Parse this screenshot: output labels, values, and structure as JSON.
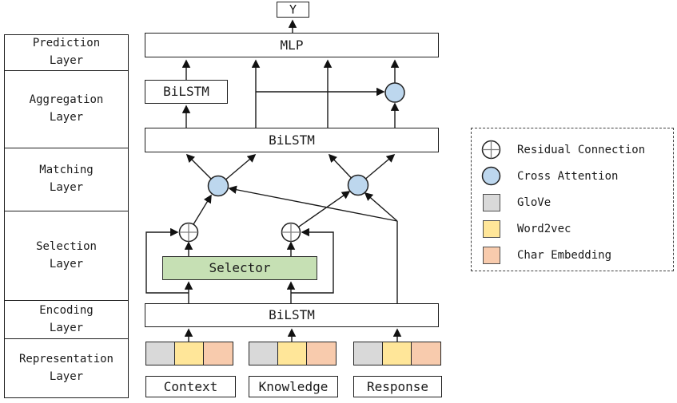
{
  "layers_panel": {
    "items": [
      {
        "label": "Prediction\nLayer"
      },
      {
        "label": "Aggregation\nLayer"
      },
      {
        "label": "Matching\nLayer"
      },
      {
        "label": "Selection\nLayer"
      },
      {
        "label": "Encoding\nLayer"
      },
      {
        "label": "Representation\nLayer"
      }
    ]
  },
  "diagram": {
    "output_label": "Y",
    "mlp_label": "MLP",
    "aggregation_bilstm_label": "BiLSTM",
    "matching_bilstm_label": "BiLSTM",
    "selector_label": "Selector",
    "encoding_bilstm_label": "BiLSTM",
    "inputs": [
      {
        "label": "Context"
      },
      {
        "label": "Knowledge"
      },
      {
        "label": "Response"
      }
    ]
  },
  "legend": {
    "items": [
      {
        "icon": "residual-connection-icon",
        "label": "Residual Connection"
      },
      {
        "icon": "cross-attention-icon",
        "label": "Cross Attention"
      },
      {
        "icon": "glove-swatch-icon",
        "label": "GloVe"
      },
      {
        "icon": "word2vec-swatch-icon",
        "label": "Word2vec"
      },
      {
        "icon": "char-embedding-swatch-icon",
        "label": "Char Embedding"
      }
    ]
  },
  "colors": {
    "cross_attention_fill": "#bdd7ee",
    "residual_fill": "#ffffff",
    "glove_fill": "#d9d9d9",
    "word2vec_fill": "#ffe699",
    "char_embedding_fill": "#f8cbad",
    "selector_fill": "#c6e0b4",
    "line": "#1a1a1a"
  }
}
